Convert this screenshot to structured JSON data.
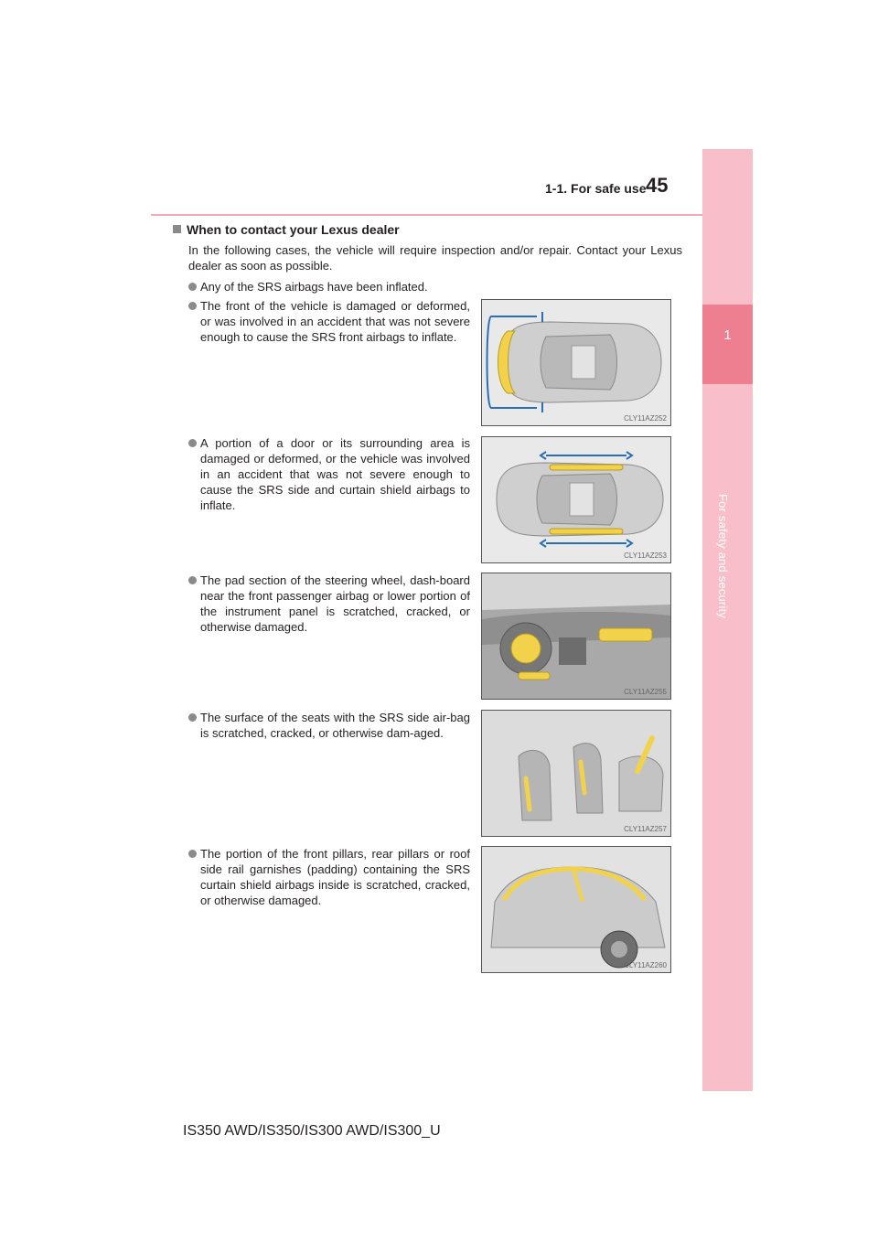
{
  "header": {
    "section": "1-1. For safe use",
    "page_number": "45"
  },
  "side_tab": {
    "number": "1",
    "title": "For safety and security"
  },
  "section": {
    "heading": "When to contact your Lexus dealer",
    "intro": "In the following cases, the vehicle will require inspection and/or repair. Contact your Lexus dealer as soon as possible."
  },
  "bullets": [
    {
      "text": "Any of the SRS airbags have been inflated."
    },
    {
      "text": "The front of the vehicle is damaged or deformed, or was involved in an accident that was not severe enough to cause the SRS front airbags to inflate.",
      "figure_code": "CLY11AZ252"
    },
    {
      "text": "A portion of a door or its surrounding area is damaged or deformed, or the vehicle was involved in an accident that was not severe enough to cause the SRS side and curtain shield airbags to inflate.",
      "figure_code": "CLY11AZ253"
    },
    {
      "text": "The pad section of the steering wheel, dash-board near the front passenger airbag or lower portion of the instrument panel is scratched, cracked, or otherwise damaged.",
      "figure_code": "CLY11AZ255"
    },
    {
      "text": "The surface of the seats with the SRS side air-bag is scratched, cracked, or otherwise dam-aged.",
      "figure_code": "CLY11AZ257"
    },
    {
      "text": "The portion of the front pillars, rear pillars or roof side rail garnishes (padding) containing the SRS curtain shield airbags inside is scratched, cracked, or otherwise damaged.",
      "figure_code": "CLY11AZ260"
    }
  ],
  "footer": {
    "model": "IS350 AWD/IS350/IS300 AWD/IS300_U"
  },
  "colors": {
    "accent_pink": "#f8bec9",
    "tab_pink": "#ee7f90",
    "airbag_yellow": "#f2d24b",
    "arrow_blue": "#2a6fb5"
  }
}
